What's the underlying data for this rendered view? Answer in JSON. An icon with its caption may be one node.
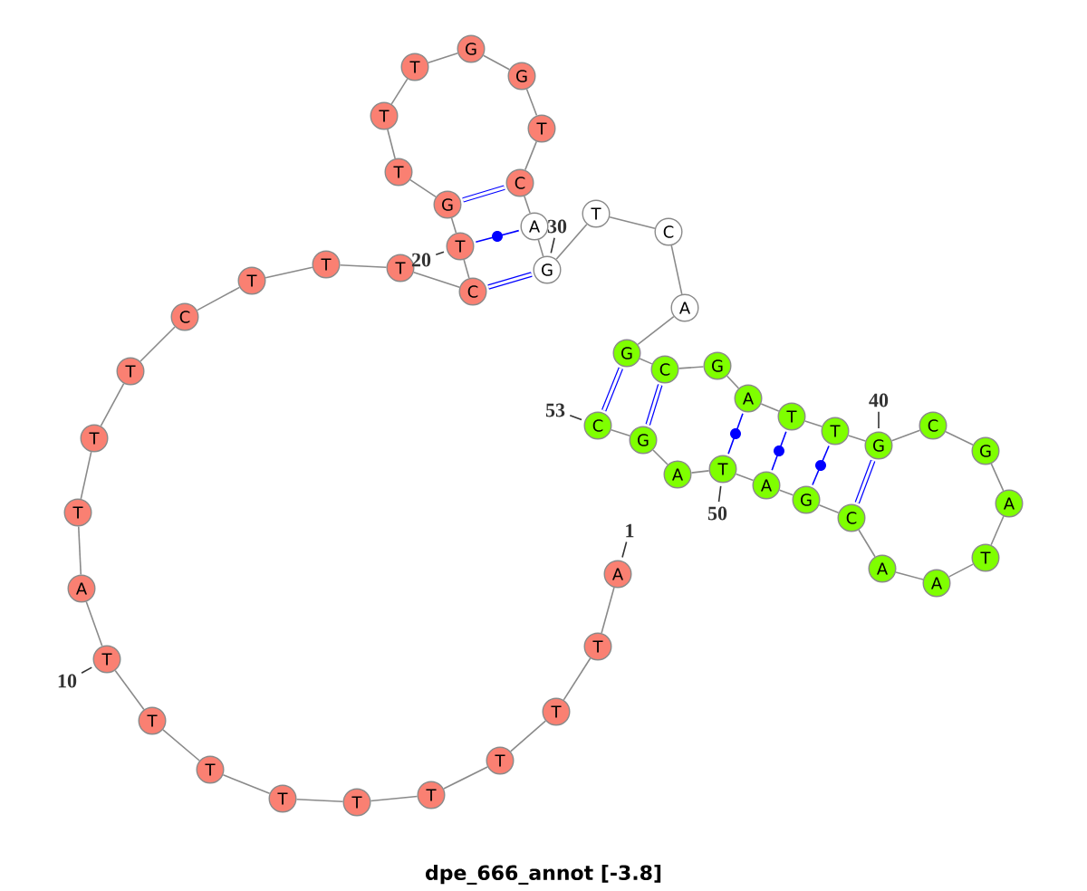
{
  "diagram": {
    "caption": "dpe_666_annot [-3.8]",
    "nodes": [
      {
        "text": [
          "A"
        ]
      },
      {
        "text": [
          "T"
        ]
      },
      {
        "text": [
          "T"
        ]
      },
      {
        "text": [
          "T"
        ]
      },
      {
        "text": [
          "T"
        ]
      },
      {
        "text": [
          "T"
        ]
      },
      {
        "text": [
          "T"
        ]
      },
      {
        "text": [
          "T"
        ]
      },
      {
        "text": [
          "T"
        ]
      },
      {
        "text": [
          "T"
        ]
      },
      {
        "text": [
          "A"
        ]
      },
      {
        "text": [
          "T"
        ]
      },
      {
        "text": [
          "T"
        ]
      },
      {
        "text": [
          "T"
        ]
      },
      {
        "text": [
          "C"
        ]
      },
      {
        "text": [
          "T"
        ]
      },
      {
        "text": [
          "T"
        ]
      },
      {
        "text": [
          "T"
        ]
      },
      {
        "text": [
          "C"
        ]
      },
      {
        "text": [
          "T"
        ]
      },
      {
        "text": [
          "G"
        ]
      },
      {
        "text": [
          "T"
        ]
      },
      {
        "text": [
          "T"
        ]
      },
      {
        "text": [
          "T"
        ]
      },
      {
        "text": [
          "G"
        ]
      },
      {
        "text": [
          "G"
        ]
      },
      {
        "text": [
          "T"
        ]
      },
      {
        "text": [
          "C"
        ]
      },
      {
        "text": [
          "A"
        ]
      },
      {
        "text": [
          "G"
        ]
      },
      {
        "text": [
          "T"
        ]
      },
      {
        "text": [
          "C"
        ]
      },
      {
        "text": [
          "A"
        ]
      },
      {
        "text": [
          "G"
        ]
      },
      {
        "text": [
          "C"
        ]
      },
      {
        "text": [
          "G"
        ]
      },
      {
        "text": [
          "A"
        ]
      },
      {
        "text": [
          "T"
        ]
      },
      {
        "text": [
          "T"
        ]
      },
      {
        "text": [
          "G"
        ]
      },
      {
        "text": [
          "C"
        ]
      },
      {
        "text": [
          "G"
        ]
      },
      {
        "text": [
          "A"
        ]
      },
      {
        "text": [
          "T"
        ]
      },
      {
        "text": [
          "A"
        ]
      },
      {
        "text": [
          "A"
        ]
      },
      {
        "text": [
          "C"
        ]
      },
      {
        "text": [
          "G"
        ]
      },
      {
        "text": [
          "A"
        ]
      },
      {
        "text": [
          "T"
        ]
      },
      {
        "text": [
          "A"
        ]
      },
      {
        "text": [
          "G"
        ]
      },
      {
        "text": [
          "C"
        ]
      },
      {
        "text": [
          "1"
        ]
      },
      {
        "text": [
          "10"
        ]
      },
      {
        "text": [
          "20"
        ]
      },
      {
        "text": [
          "30"
        ]
      },
      {
        "text": [
          "40"
        ]
      },
      {
        "text": [
          "50"
        ]
      },
      {
        "text": [
          "53"
        ]
      }
    ],
    "edges": [
      {
        "from": 0,
        "to": 1,
        "arrow": "none"
      },
      {
        "from": 1,
        "to": 2,
        "arrow": "none"
      },
      {
        "from": 2,
        "to": 3,
        "arrow": "none"
      },
      {
        "from": 3,
        "to": 4,
        "arrow": "none"
      },
      {
        "from": 4,
        "to": 5,
        "arrow": "none"
      },
      {
        "from": 5,
        "to": 6,
        "arrow": "none"
      },
      {
        "from": 6,
        "to": 7,
        "arrow": "none"
      },
      {
        "from": 7,
        "to": 8,
        "arrow": "none"
      },
      {
        "from": 8,
        "to": 9,
        "arrow": "none"
      },
      {
        "from": 9,
        "to": 10,
        "arrow": "none"
      },
      {
        "from": 10,
        "to": 11,
        "arrow": "none"
      },
      {
        "from": 11,
        "to": 12,
        "arrow": "none"
      },
      {
        "from": 12,
        "to": 13,
        "arrow": "none"
      },
      {
        "from": 13,
        "to": 14,
        "arrow": "none"
      },
      {
        "from": 14,
        "to": 15,
        "arrow": "none"
      },
      {
        "from": 15,
        "to": 16,
        "arrow": "none"
      },
      {
        "from": 16,
        "to": 17,
        "arrow": "none"
      },
      {
        "from": 17,
        "to": 18,
        "arrow": "none"
      },
      {
        "from": 18,
        "to": 19,
        "arrow": "none"
      },
      {
        "from": 19,
        "to": 20,
        "arrow": "none"
      },
      {
        "from": 20,
        "to": 21,
        "arrow": "none"
      },
      {
        "from": 21,
        "to": 22,
        "arrow": "none"
      },
      {
        "from": 22,
        "to": 23,
        "arrow": "none"
      },
      {
        "from": 23,
        "to": 24,
        "arrow": "none"
      },
      {
        "from": 24,
        "to": 25,
        "arrow": "none"
      },
      {
        "from": 25,
        "to": 26,
        "arrow": "none"
      },
      {
        "from": 26,
        "to": 27,
        "arrow": "none"
      },
      {
        "from": 27,
        "to": 28,
        "arrow": "none"
      },
      {
        "from": 28,
        "to": 29,
        "arrow": "none"
      },
      {
        "from": 29,
        "to": 30,
        "arrow": "none"
      },
      {
        "from": 30,
        "to": 31,
        "arrow": "none"
      },
      {
        "from": 31,
        "to": 32,
        "arrow": "none"
      },
      {
        "from": 32,
        "to": 33,
        "arrow": "none"
      },
      {
        "from": 33,
        "to": 34,
        "arrow": "none"
      },
      {
        "from": 34,
        "to": 35,
        "arrow": "none"
      },
      {
        "from": 35,
        "to": 36,
        "arrow": "none"
      },
      {
        "from": 36,
        "to": 37,
        "arrow": "none"
      },
      {
        "from": 37,
        "to": 38,
        "arrow": "none"
      },
      {
        "from": 38,
        "to": 39,
        "arrow": "none"
      },
      {
        "from": 39,
        "to": 40,
        "arrow": "none"
      },
      {
        "from": 40,
        "to": 41,
        "arrow": "none"
      },
      {
        "from": 41,
        "to": 42,
        "arrow": "none"
      },
      {
        "from": 42,
        "to": 43,
        "arrow": "none"
      },
      {
        "from": 43,
        "to": 44,
        "arrow": "none"
      },
      {
        "from": 44,
        "to": 45,
        "arrow": "none"
      },
      {
        "from": 45,
        "to": 46,
        "arrow": "none"
      },
      {
        "from": 46,
        "to": 47,
        "arrow": "none"
      },
      {
        "from": 47,
        "to": 48,
        "arrow": "none"
      },
      {
        "from": 48,
        "to": 49,
        "arrow": "none"
      },
      {
        "from": 49,
        "to": 50,
        "arrow": "none"
      },
      {
        "from": 50,
        "to": 51,
        "arrow": "none"
      },
      {
        "from": 51,
        "to": 52,
        "arrow": "none"
      },
      {
        "from": 20,
        "to": 27,
        "arrow": "none",
        "style": "thick",
        "color": "#0000ff"
      },
      {
        "from": 19,
        "to": 28,
        "arrow": "none",
        "color": "#0000ff"
      },
      {
        "from": 18,
        "to": 29,
        "arrow": "none",
        "style": "thick",
        "color": "#0000ff"
      },
      {
        "from": 33,
        "to": 52,
        "arrow": "none",
        "style": "thick",
        "color": "#0000ff"
      },
      {
        "from": 34,
        "to": 51,
        "arrow": "none",
        "style": "thick",
        "color": "#0000ff"
      },
      {
        "from": 36,
        "to": 49,
        "arrow": "none",
        "color": "#0000ff"
      },
      {
        "from": 37,
        "to": 48,
        "arrow": "none",
        "color": "#0000ff"
      },
      {
        "from": 38,
        "to": 47,
        "arrow": "none",
        "color": "#0000ff"
      },
      {
        "from": 39,
        "to": 46,
        "arrow": "none",
        "style": "thick",
        "color": "#0000ff"
      },
      {
        "from": 53,
        "to": 0,
        "arrow": "none",
        "color": "#333333"
      },
      {
        "from": 54,
        "to": 9,
        "arrow": "none",
        "color": "#333333"
      },
      {
        "from": 55,
        "to": 19,
        "arrow": "none",
        "color": "#333333"
      },
      {
        "from": 56,
        "to": 29,
        "arrow": "none",
        "color": "#333333"
      },
      {
        "from": 57,
        "to": 39,
        "arrow": "none",
        "color": "#333333"
      },
      {
        "from": 58,
        "to": 49,
        "arrow": "none",
        "color": "#333333"
      },
      {
        "from": 59,
        "to": 52,
        "arrow": "none",
        "color": "#333333"
      }
    ]
  }
}
